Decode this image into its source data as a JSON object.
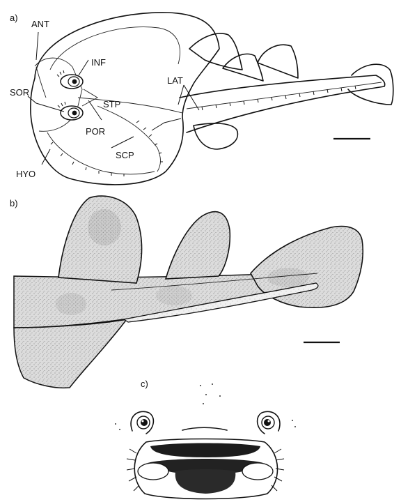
{
  "panels": {
    "a": {
      "label": "a)",
      "structures": {
        "ant": "ANT",
        "inf": "INF",
        "sor": "SOR",
        "stp": "STP",
        "lat": "LAT",
        "por": "POR",
        "scp": "SCP",
        "hyo": "HYO"
      }
    },
    "b": {
      "label": "b)"
    },
    "c": {
      "label": "c)"
    }
  }
}
